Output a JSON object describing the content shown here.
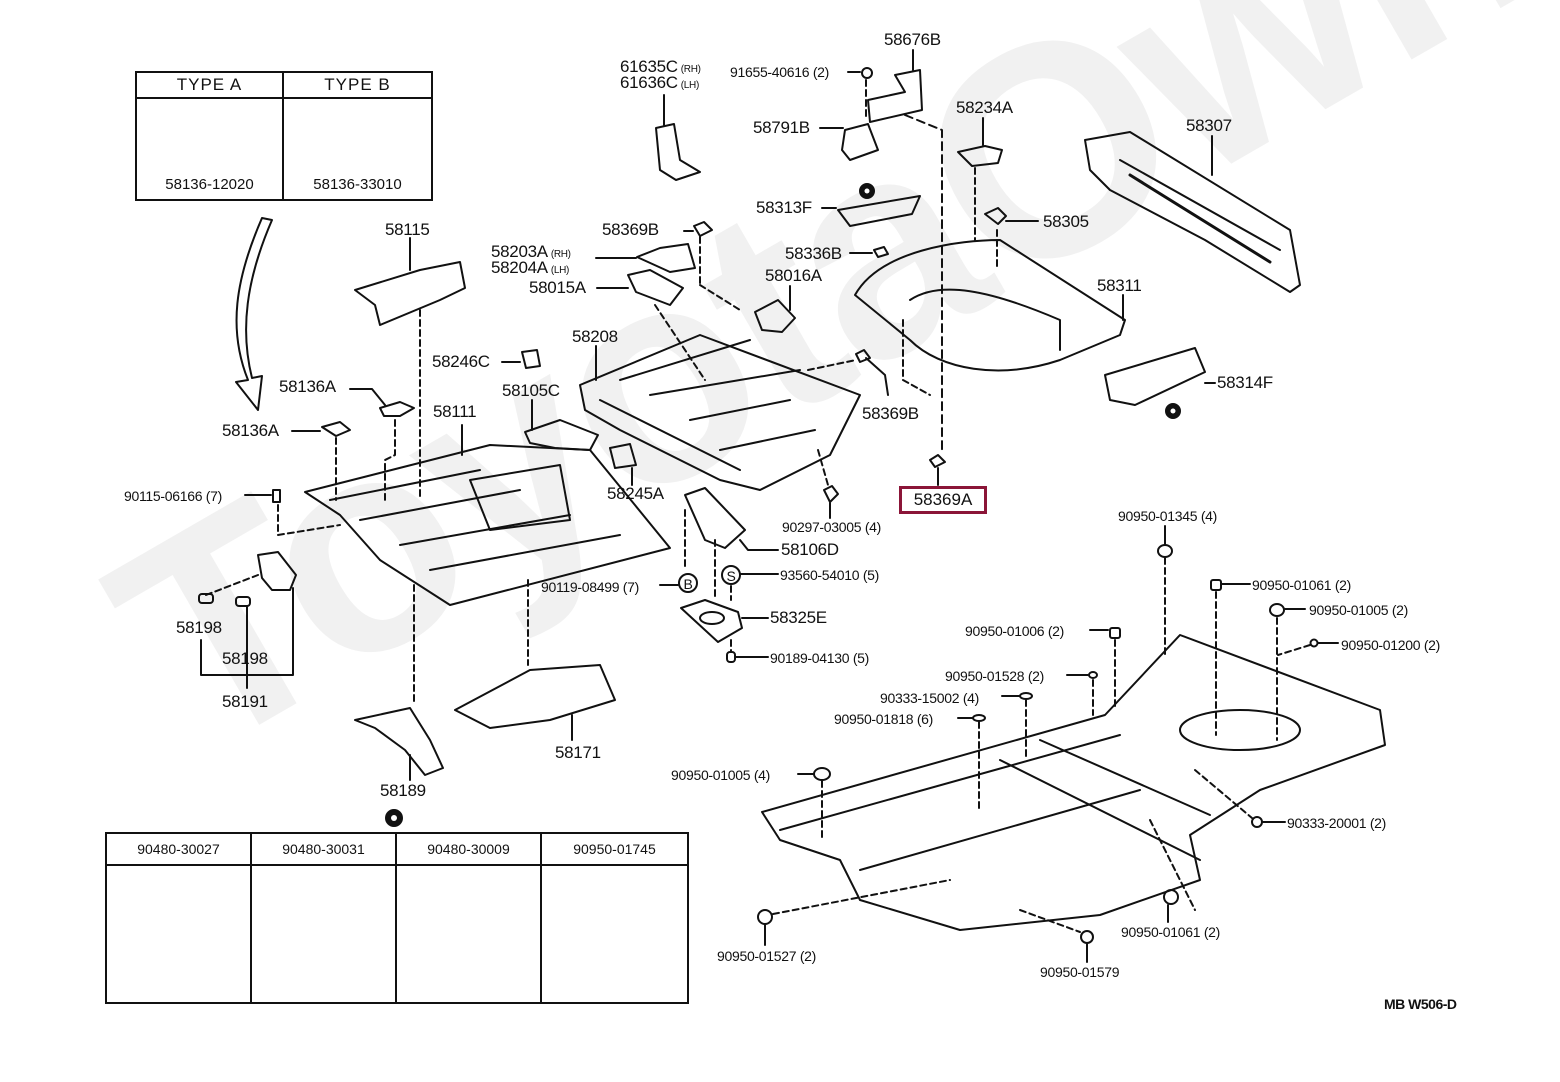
{
  "watermark": "ToyotaOwner.ru",
  "diagram_code": "MB W506-D",
  "highlight": {
    "part": "58369A",
    "color": "#8b1538"
  },
  "type_table": {
    "types": [
      {
        "header": "TYPE A",
        "part": "58136-12020"
      },
      {
        "header": "TYPE B",
        "part": "58136-33010"
      }
    ]
  },
  "grommet_table": {
    "items": [
      {
        "part": "90480-30027"
      },
      {
        "part": "90480-30031"
      },
      {
        "part": "90480-30009"
      },
      {
        "part": "90950-01745"
      }
    ]
  },
  "callouts": {
    "p58676B": "58676B",
    "p61635C": "61635C",
    "p61635C_side": "(RH)",
    "p61636C": "61636C",
    "p61636C_side": "(LH)",
    "p91655": "91655-40616 (2)",
    "p58791B": "58791B",
    "p58234A": "58234A",
    "p58307": "58307",
    "p58313F": "58313F",
    "p58305": "58305",
    "p58369B_top": "58369B",
    "p58203A": "58203A",
    "p58203A_side": "(RH)",
    "p58204A": "58204A",
    "p58204A_side": "(LH)",
    "p58336B": "58336B",
    "p58015A": "58015A",
    "p58016A": "58016A",
    "p58311": "58311",
    "p58115": "58115",
    "p58208": "58208",
    "p58246C": "58246C",
    "p58314F": "58314F",
    "p58136A_1": "58136A",
    "p58105C": "58105C",
    "p58369B_mid": "58369B",
    "p58136A_2": "58136A",
    "p58111": "58111",
    "p90115": "90115-06166 (7)",
    "p58245A": "58245A",
    "p90297": "90297-03005 (4)",
    "p58106D": "58106D",
    "p90950_01345": "90950-01345 (4)",
    "p90119": "90119-08499 (7)",
    "p93560": "93560-54010 (5)",
    "p90950_01061a": "90950-01061 (2)",
    "p90950_01005a": "90950-01005 (2)",
    "p58198_1": "58198",
    "p58325E": "58325E",
    "p90950_01006": "90950-01006 (2)",
    "p90950_01200": "90950-01200 (2)",
    "p58198_2": "58198",
    "p90189": "90189-04130 (5)",
    "p90950_01528": "90950-01528 (2)",
    "p90333_15002": "90333-15002 (4)",
    "p58191": "58191",
    "p90950_01818": "90950-01818 (6)",
    "p58171": "58171",
    "p90950_01005b": "90950-01005 (4)",
    "p58189": "58189",
    "p90333_20001": "90333-20001 (2)",
    "p90950_01061b": "90950-01061 (2)",
    "p90950_01527": "90950-01527 (2)",
    "p90950_01579": "90950-01579",
    "marker_B": "B",
    "marker_S": "S"
  }
}
